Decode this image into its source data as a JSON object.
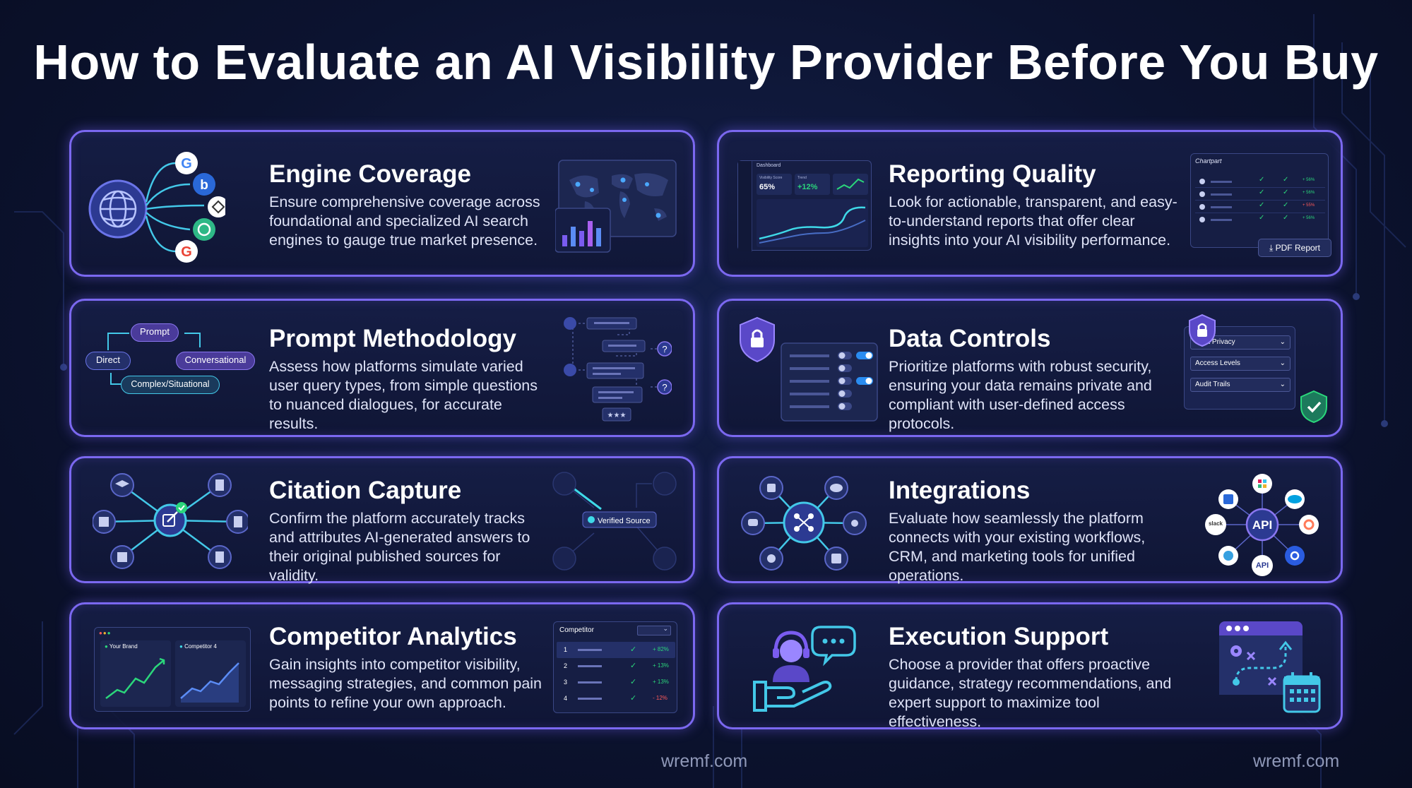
{
  "title": "How to Evaluate an AI Visibility Provider Before You Buy",
  "cards": [
    {
      "title": "Engine Coverage",
      "text": "Ensure comprehensive coverage across foundational and specialized AI search engines to gauge true market presence."
    },
    {
      "title": "Reporting Quality",
      "text": "Look for actionable, transparent, and easy-to-understand reports that offer clear insights into your AI visibility performance."
    },
    {
      "title": "Prompt Methodology",
      "text": "Assess how platforms simulate varied user query types, from simple questions to nuanced dialogues, for accurate results."
    },
    {
      "title": "Data Controls",
      "text": "Prioritize platforms with robust security, ensuring your data remains private and compliant with user-defined access protocols."
    },
    {
      "title": "Citation Capture",
      "text": "Confirm the platform accurately tracks and attributes AI-generated answers to their original published sources for validity."
    },
    {
      "title": "Integrations",
      "text": "Evaluate how seamlessly the platform connects with your existing workflows, CRM, and marketing tools for unified operations."
    },
    {
      "title": "Competitor Analytics",
      "text": "Gain insights into competitor visibility, messaging strategies, and common pain points to refine your own approach."
    },
    {
      "title": "Execution Support",
      "text": "Choose a provider that offers proactive guidance, strategy recommendations, and expert support to maximize tool effectiveness."
    }
  ],
  "reporting": {
    "dashboard": "Dashboard",
    "visibility_score_label": "Visibility Score",
    "visibility_score": "65%",
    "trend_label": "Trend",
    "trend": "+12%",
    "chart_title": "Chartpart",
    "pdf_report": "PDF Report",
    "rows": [
      "+ 56%",
      "+ 56%",
      "+ 55%",
      "+ 56%"
    ]
  },
  "prompt": {
    "prompt": "Prompt",
    "direct": "Direct",
    "conversational": "Conversational",
    "complex": "Complex/Situational"
  },
  "data_controls": {
    "items": [
      "Data Privacy",
      "Access Levels",
      "Audit Trails"
    ]
  },
  "citation": {
    "verified": "Verified Source"
  },
  "integrations": {
    "api": "API",
    "slack": "slack",
    "api_small": "API"
  },
  "competitor": {
    "your_brand": "Your Brand",
    "competitor4": "Competitor 4",
    "table_header": "Competitor",
    "rows": [
      {
        "n": "1",
        "v": "+ 82%"
      },
      {
        "n": "2",
        "v": "+ 13%"
      },
      {
        "n": "3",
        "v": "+ 13%"
      },
      {
        "n": "4",
        "v": "- 12%"
      }
    ]
  },
  "footer": {
    "center": "wremf.com",
    "right": "wremf.com"
  },
  "colors": {
    "accent": "#7b68f0",
    "green": "#2bd67b",
    "cyan": "#3fd9e8",
    "red": "#ff5a5a"
  }
}
